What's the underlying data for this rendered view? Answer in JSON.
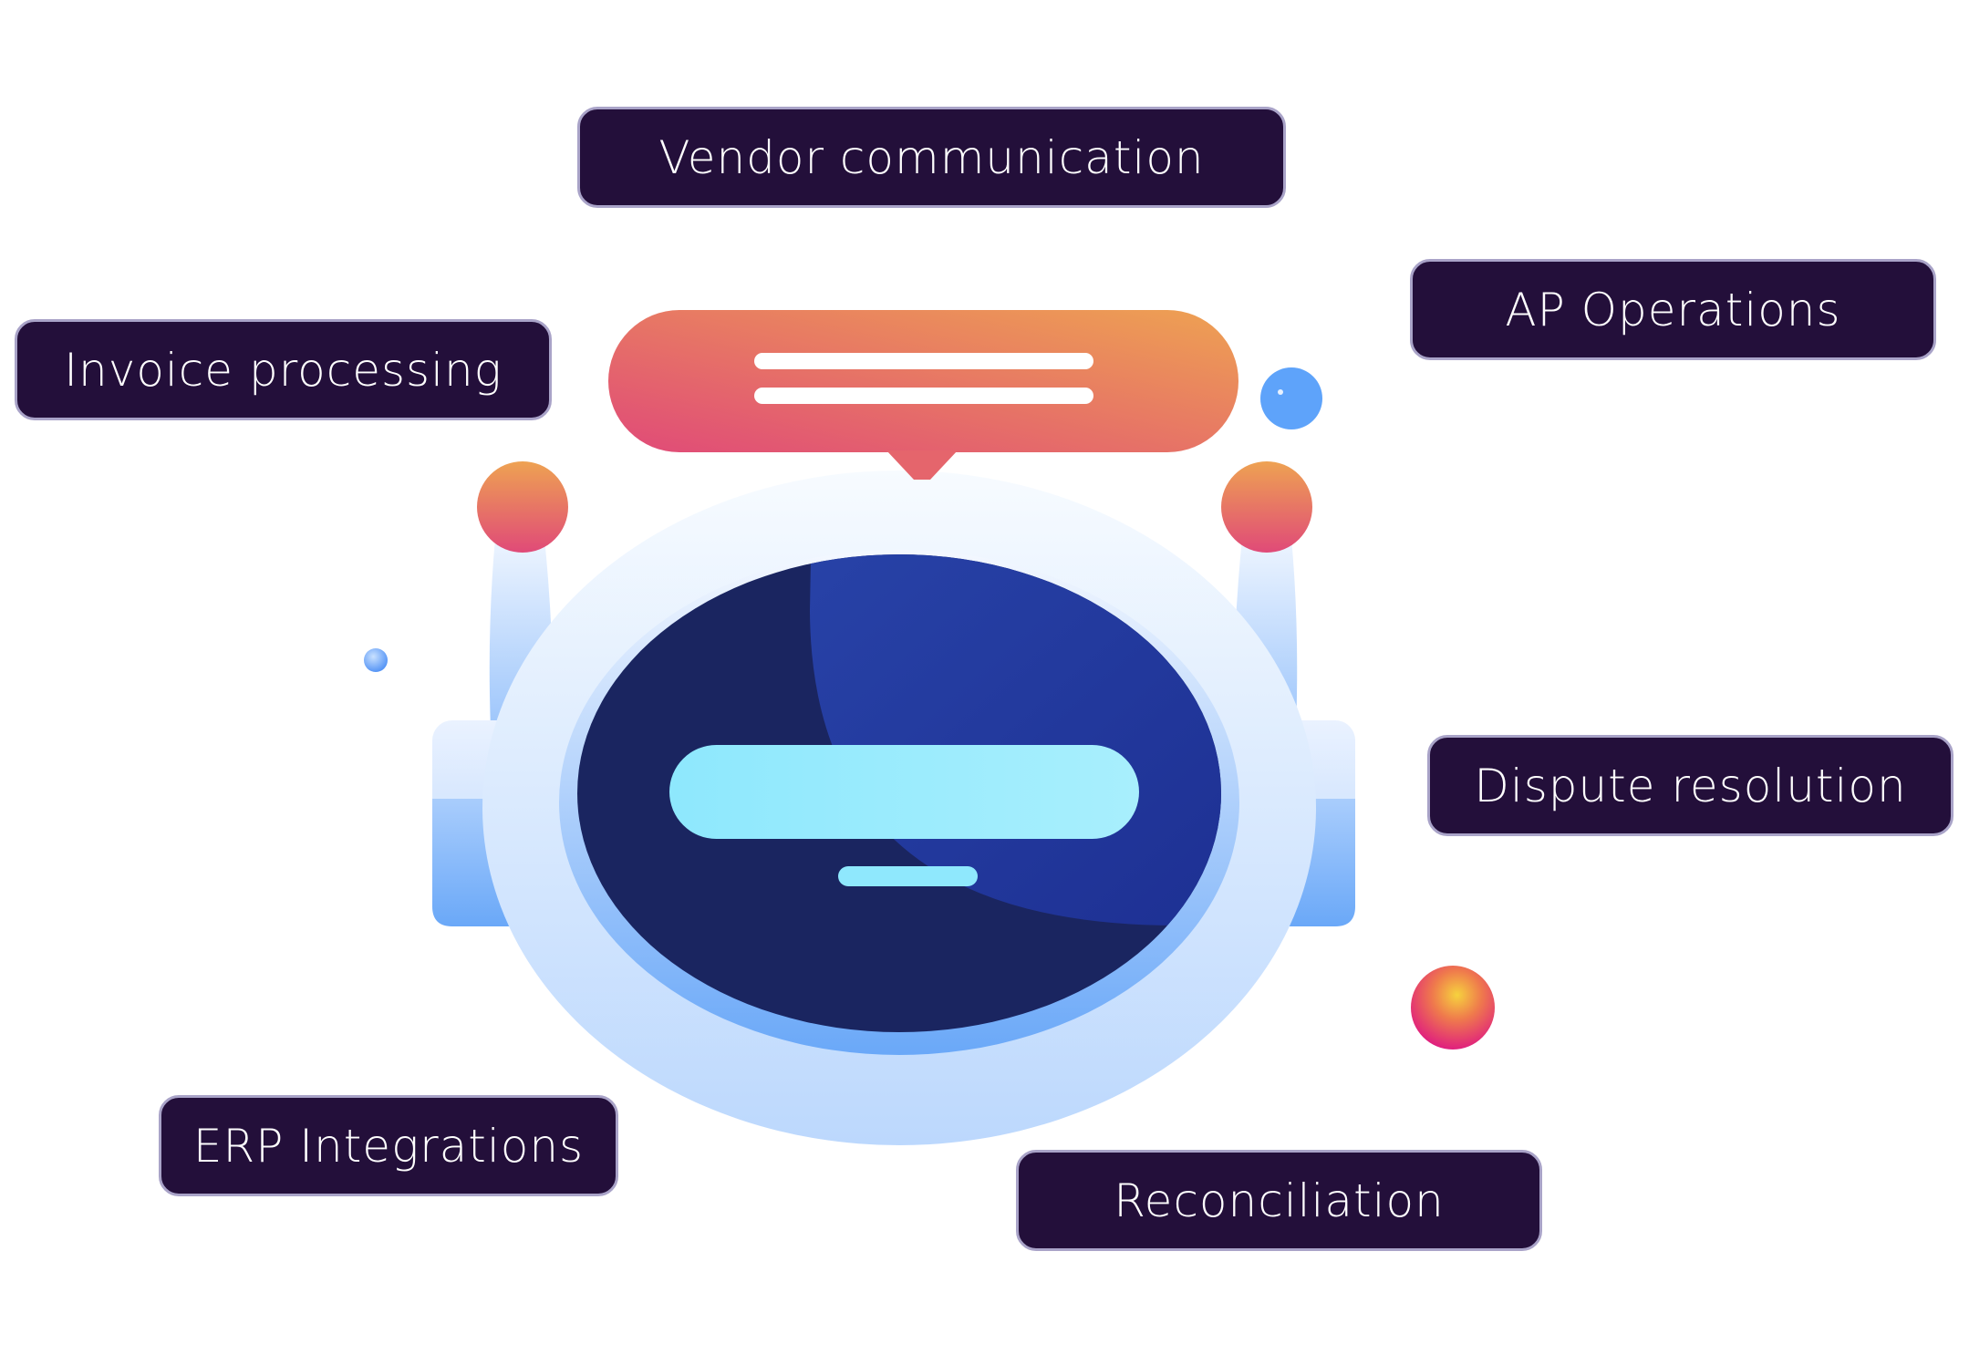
{
  "labels": {
    "vendor_communication": "Vendor communication",
    "invoice_processing": "Invoice processing",
    "ap_operations": "AP Operations",
    "dispute_resolution": "Dispute resolution",
    "erp_integrations": "ERP Integrations",
    "reconciliation": "Reconciliation"
  },
  "colors": {
    "label_background": "#230f3a",
    "label_border": "#a9a3c8",
    "label_text": "#ffffff",
    "bubble_gradient_start": "#e04a78",
    "bubble_gradient_end": "#eea252",
    "visor_dark": "#1a2560",
    "visor_light": "#2840a8",
    "eye_bar": "#8fe8fd",
    "helmet": "#e6f0ff",
    "accent_blue": "#5ea3fa"
  },
  "icons": {
    "robot": "robot-head-icon",
    "speech_bubble": "speech-bubble-icon"
  }
}
